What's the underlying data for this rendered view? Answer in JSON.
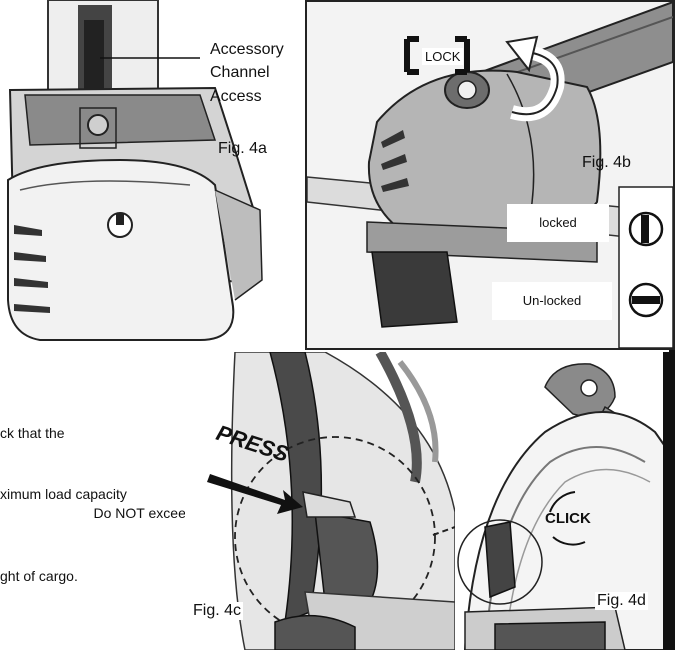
{
  "fig4a": {
    "caption": "Fig. 4a",
    "callout_line1": "Accessory",
    "callout_line2": "Channel",
    "callout_line3": "Access"
  },
  "fig4b": {
    "caption": "Fig. 4b",
    "lock_label": "LOCK",
    "legend_locked": "locked",
    "legend_unlocked": "Un-locked"
  },
  "fig4c": {
    "caption": "Fig. 4c",
    "press_label": "PRESS"
  },
  "fig4d": {
    "caption": "Fig. 4d",
    "click_label": "CLICK"
  },
  "body_text": {
    "line1": "ck that the",
    "line2": "ximum load capacity",
    "line3": "Do NOT exceed the",
    "line4": "ght of cargo."
  }
}
